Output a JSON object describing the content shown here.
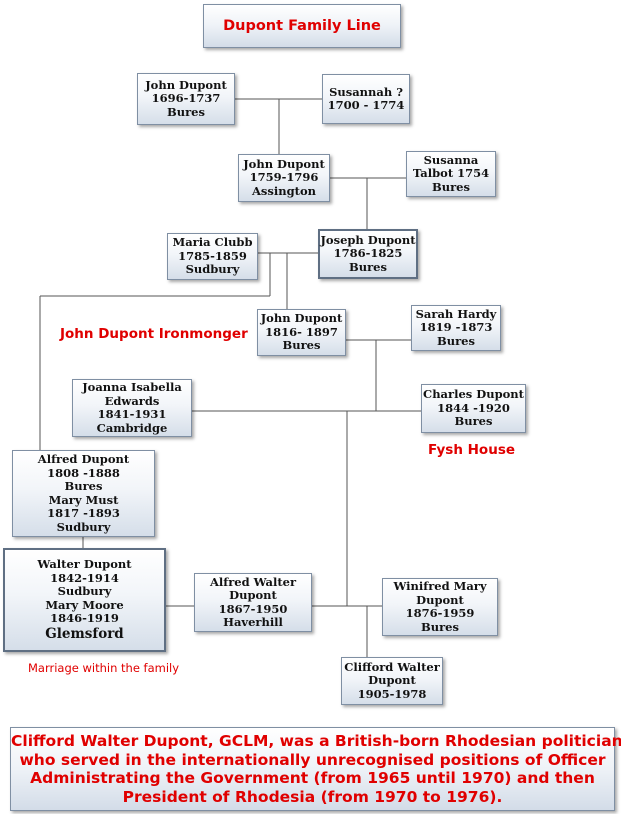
{
  "title": "Dupont Family Line",
  "people": {
    "john_1696": [
      "John Dupont",
      "1696-1737",
      "Bures"
    ],
    "susannah": [
      "Susannah ?",
      "1700 - 1774"
    ],
    "john_1759": [
      "John Dupont",
      "1759-1796",
      "Assington"
    ],
    "susanna_talbot": [
      "Susanna",
      "Talbot 1754",
      "Bures"
    ],
    "maria_clubb": [
      "Maria Clubb",
      "1785-1859",
      "Sudbury"
    ],
    "joseph": [
      "Joseph Dupont",
      "1786-1825",
      "Bures"
    ],
    "john_1816": [
      "John Dupont",
      "1816- 1897",
      "Bures"
    ],
    "sarah_hardy": [
      "Sarah Hardy",
      "1819 -1873",
      "Bures"
    ],
    "joanna": [
      "Joanna Isabella",
      "Edwards",
      "1841-1931",
      "Cambridge"
    ],
    "charles": [
      "Charles Dupont",
      "1844 -1920",
      "Bures"
    ],
    "alfred_1808": [
      "Alfred Dupont",
      "1808 -1888",
      "Bures",
      "Mary Must",
      "1817 -1893",
      "Sudbury"
    ],
    "walter": [
      "Walter Dupont",
      "1842-1914",
      "Sudbury",
      "Mary Moore",
      "1846-1919",
      "Glemsford"
    ],
    "alfred_walter": [
      "Alfred Walter",
      "Dupont",
      "1867-1950",
      "Haverhill"
    ],
    "winifred": [
      "Winifred Mary",
      "Dupont",
      "1876-1959",
      "Bures"
    ],
    "clifford": [
      "Clifford Walter",
      "Dupont",
      "1905-1978"
    ]
  },
  "labels": {
    "ironmonger": "John Dupont Ironmonger",
    "fysh_house": "Fysh House",
    "marriage": "Marriage within the family"
  },
  "footer": [
    "Clifford Walter Dupont, GCLM, was a British-born Rhodesian politician",
    "who served in the internationally unrecognised positions of Officer",
    "Administrating the Government (from 1965 until 1970) and then",
    "President of Rhodesia (from 1970 to 1976)."
  ]
}
